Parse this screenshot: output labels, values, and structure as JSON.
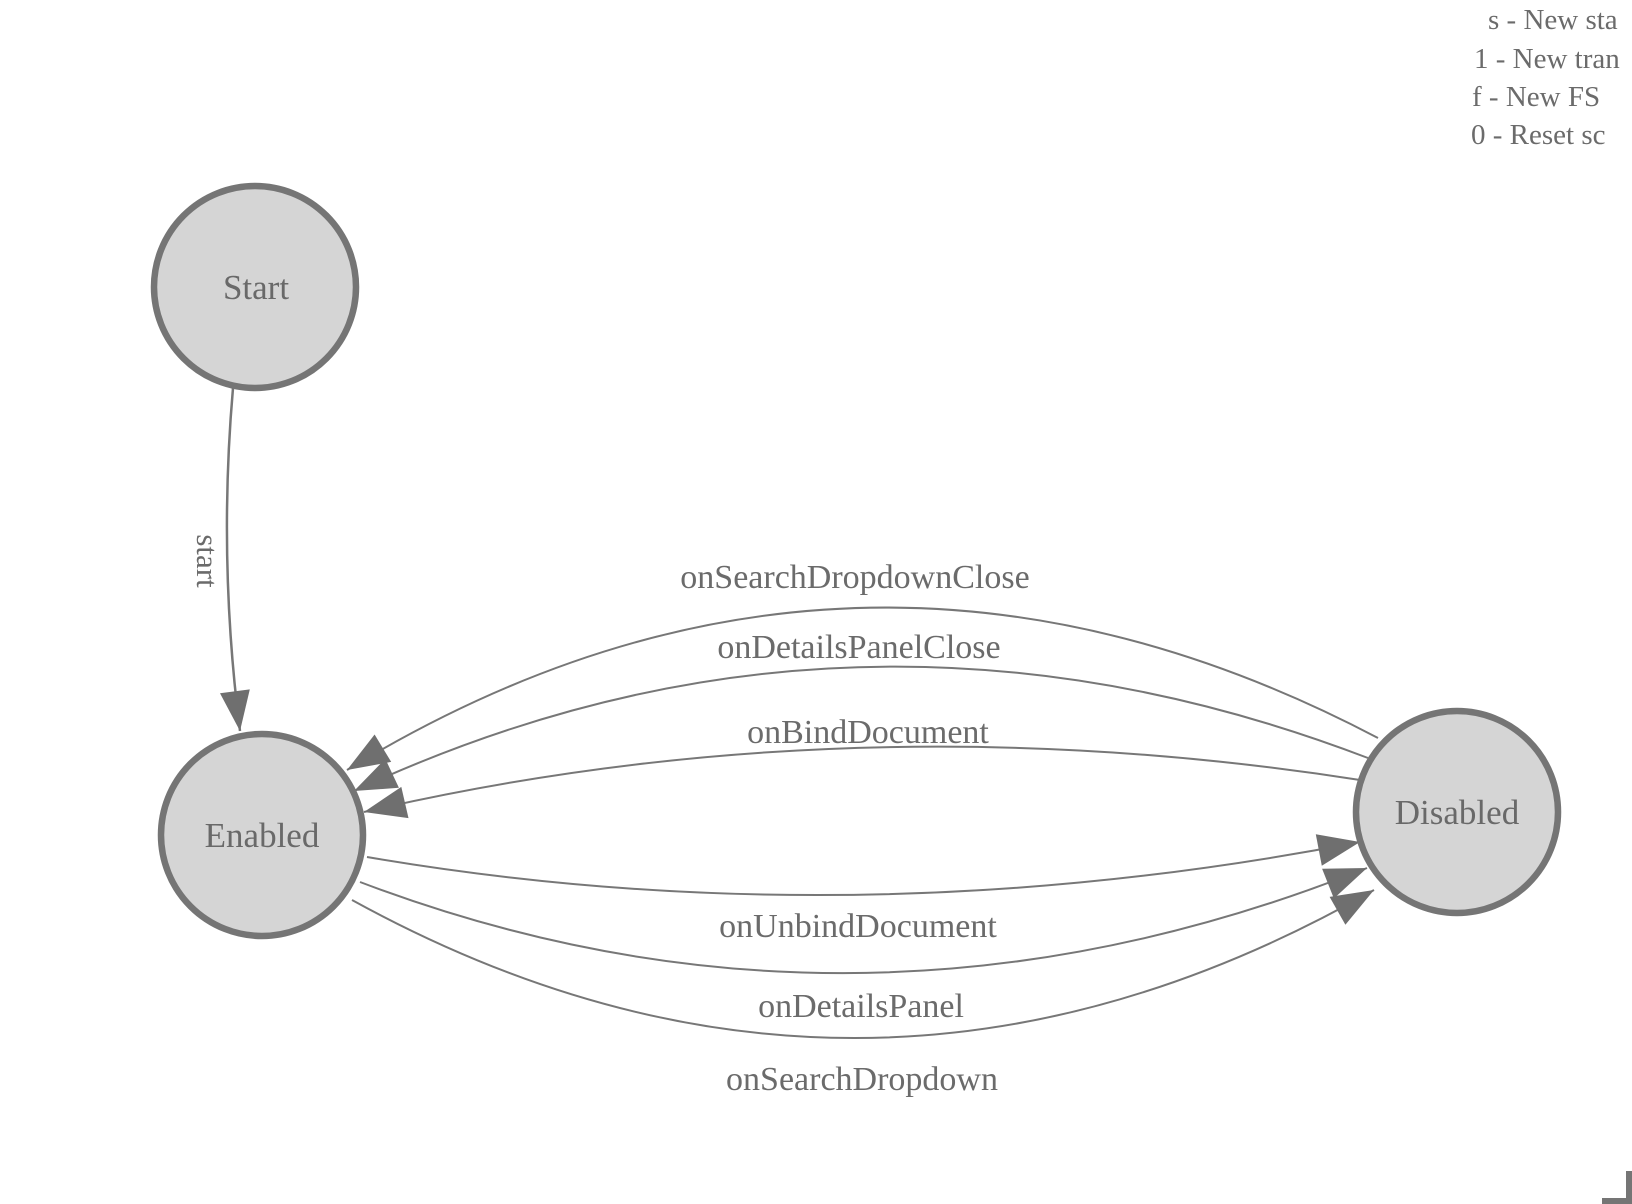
{
  "diagram": {
    "title": "finite-state-machine",
    "nodes": [
      {
        "id": "start",
        "label": "Start"
      },
      {
        "id": "enabled",
        "label": "Enabled"
      },
      {
        "id": "disabled",
        "label": "Disabled"
      }
    ],
    "edges": [
      {
        "label": "start",
        "from": "Start",
        "to": "Enabled"
      },
      {
        "label": "onSearchDropdownClose",
        "from": "Disabled",
        "to": "Enabled"
      },
      {
        "label": "onDetailsPanelClose",
        "from": "Disabled",
        "to": "Enabled"
      },
      {
        "label": "onBindDocument",
        "from": "Disabled",
        "to": "Enabled"
      },
      {
        "label": "onUnbindDocument",
        "from": "Enabled",
        "to": "Disabled"
      },
      {
        "label": "onDetailsPanel",
        "from": "Enabled",
        "to": "Disabled"
      },
      {
        "label": "onSearchDropdown",
        "from": "Enabled",
        "to": "Disabled"
      }
    ]
  },
  "legend": {
    "lines": [
      "s - New sta",
      "1 - New tran",
      "f - New FS",
      "0 - Reset sc"
    ]
  },
  "colors": {
    "node_fill": "#d5d5d5",
    "node_stroke": "#757575",
    "edge_line": "#777777",
    "arrow_fill": "#6f6f6f",
    "label_text": "#6b6b6b"
  }
}
